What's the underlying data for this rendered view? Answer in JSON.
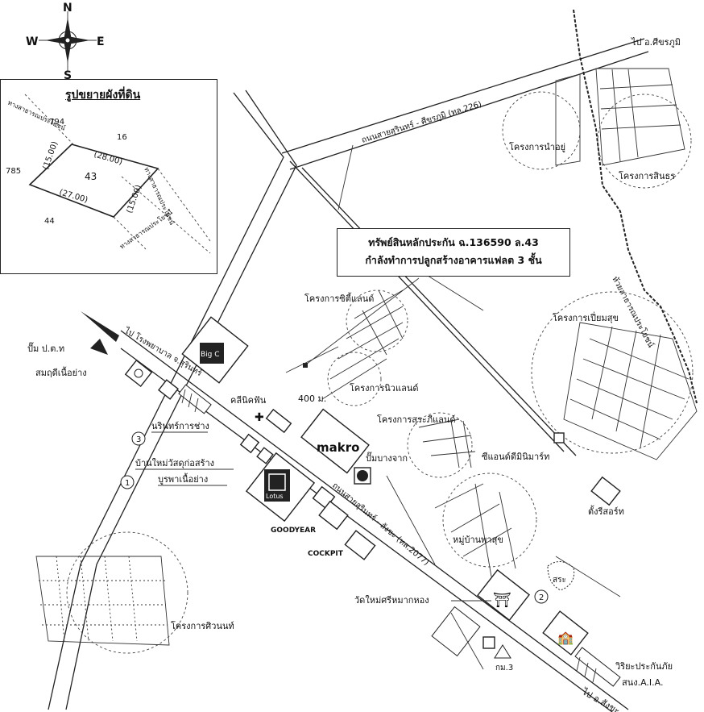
{
  "compass": {
    "n": "N",
    "s": "S",
    "e": "E",
    "w": "W"
  },
  "inset": {
    "title": "รูปขยายผังที่ดิน",
    "parcels": {
      "p794": "794",
      "p16": "16",
      "p785": "785",
      "p44": "44",
      "main": "43"
    },
    "dims": {
      "top": "(28.00)",
      "bottom": "(27.00)",
      "left": "(15.00)",
      "right": "(15.00)"
    },
    "easements": {
      "e1": "ทางสาธารณประโยชน์",
      "e2": "ทางสาธารณประโยชน์",
      "e3": "ทางสาธารณประโยชน์"
    }
  },
  "callout": {
    "line1": "ทรัพย์สินหลักประกัน ฉ.136590  ล.43",
    "line2": "กำลังทำการปลูกสร้างอาคารแฟลต 3 ชั้น"
  },
  "roads": {
    "r226": "ถนนสายสุรินทร์ - ศีขรภูมิ (ทล.226)",
    "r2077": "ถนนสายสุรินทร์ - สังขะ (ทล.2077)",
    "to_sikhoraphum": "ไป อ.ศีขรภูมิ",
    "to_sangkha": "ไป อ.สังขะ",
    "to_hospital": "ไป โรงพยาบาล จ.สุรินทร์",
    "canal": "ห้วยสาธารณประโยชน์"
  },
  "places": {
    "naiyu": "โครงการนำอยู่",
    "sinthara": "โครงการสินธร",
    "sidland": "โครงการซิตี้แลนด์",
    "newland": "โครงการนิวแลนด์",
    "surapee": "โครงการสุระภีแลนด์",
    "pianmsuk": "โครงการเปี่ยมสุข",
    "siwanon": "โครงการศิวนนท์",
    "clinic": "คลีนิคฟัน",
    "dist400": "400 ม.",
    "pump_ptt": "ปั๊ม ป.ต.ท",
    "samdi": "สมฤดีเนื้อย่าง",
    "narin": "นรินทร์การช่าง",
    "baanmai": "บ้านใหม่วัสดุก่อสร้าง",
    "burapha": "บูรพาเนื้อย่าง",
    "makro": "makro",
    "pump_bangchak": "ปั๊มบางจาก",
    "cnd": "ซีแอนด์ดีมินิมาร์ท",
    "village": "หมู่บ้านพาสุข",
    "wat": "วัดใหม่ศรีหมากหอง",
    "goodyear": "GOODYEAR",
    "cockpit": "COCKPIT",
    "tangstore": "ตั้งรีสอร์ท",
    "pond": "สระ",
    "km3": "กม.3",
    "insurance1": "วิริยะประกันภัย",
    "insurance2": "สนง.A.I.A.",
    "big_c": "Big C",
    "lotus": "Lotus",
    "n1": "1",
    "n2": "2",
    "n3": "3"
  }
}
